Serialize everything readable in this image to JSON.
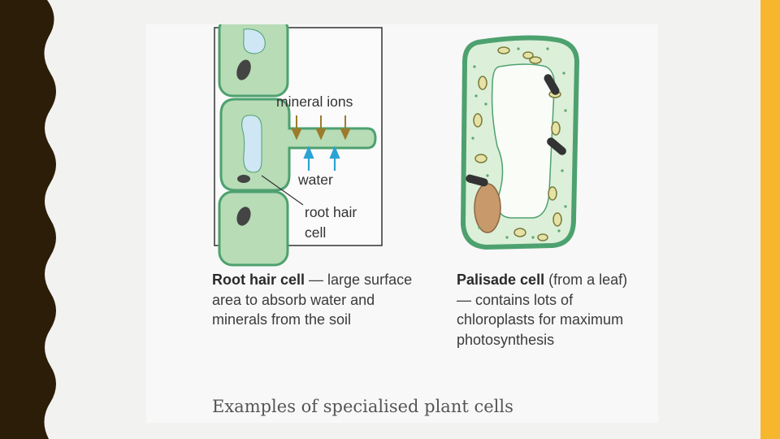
{
  "colors": {
    "accent_bar": "#f6b62e",
    "left_border": "#2b1d07",
    "cell_fill": "#b7dcb6",
    "cell_outline": "#4da16f",
    "vacuole": "#cfe6f4",
    "nucleus": "#c8996a",
    "mineral_arrow": "#9c7b2c",
    "water_arrow": "#2ba3d4"
  },
  "labels": {
    "mineral_ions": "mineral ions",
    "water": "water",
    "root_hair_cell_line1": "root hair",
    "root_hair_cell_line2": "cell"
  },
  "captions": {
    "root_hair_bold": "Root hair cell",
    "root_hair_text": " — large surface area to absorb water and minerals from the soil",
    "palisade_bold": "Palisade cell",
    "palisade_text": " (from a leaf) — contains lots of chloroplasts for maximum photosynthesis"
  },
  "figure_title": "Examples of specialised plant cells"
}
